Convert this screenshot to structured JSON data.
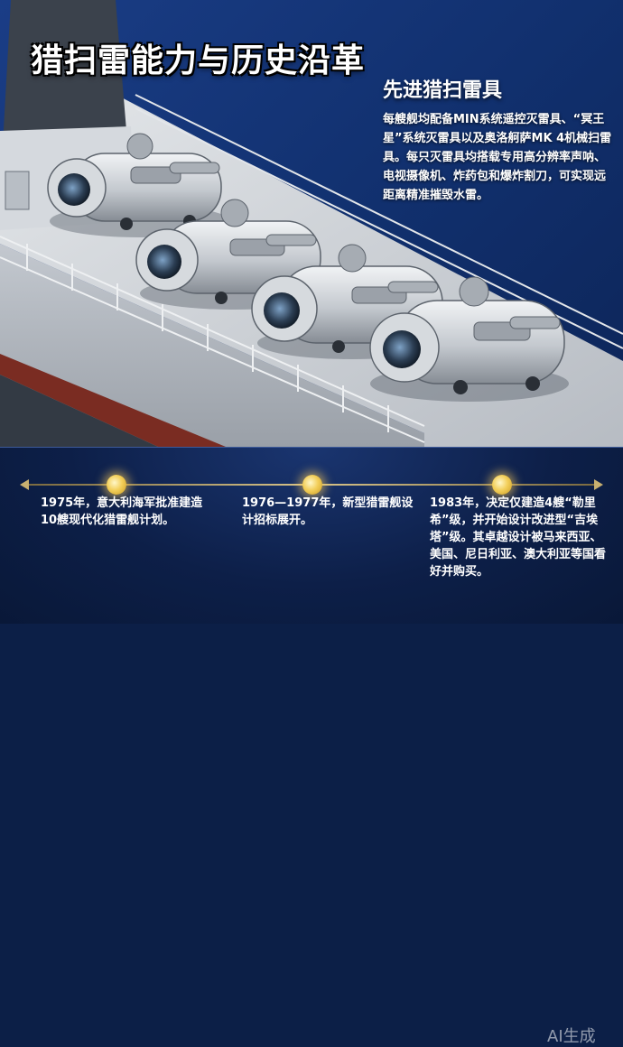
{
  "title": "猎扫雷能力与历史沿革",
  "info": {
    "heading": "先进猎扫雷具",
    "body": "每艘舰均配备MIN系统遥控灭雷具、“冥王星”系统灭雷具以及奥洛舸萨MK 4机械扫雷具。每只灭雷具均搭载专用高分辨率声呐、电视摄像机、炸药包和爆炸割刀，可实现远距离精准摧毁水雷。"
  },
  "timeline": {
    "events": [
      {
        "text": "1975年，意大利海军批准建造10艘现代化猎雷舰计划。"
      },
      {
        "text": "1976—1977年，新型猎雷舰设计招标展开。"
      },
      {
        "text": "1983年，决定仅建造4艘“勒里希”级，并开始设计改进型“吉埃塔”级。其卓越设计被马来西亚、美国、尼日利亚、澳大利亚等国看好并购买。"
      }
    ]
  },
  "watermark": "AI生成",
  "colors": {
    "background": "#1a3d86",
    "timeline_bg": "#0d1f48",
    "accent_gold": "#f3cf5a",
    "hull_gray": "#c9cdd2",
    "hull_dark": "#333a44",
    "boot_topping": "#7a2c22"
  }
}
